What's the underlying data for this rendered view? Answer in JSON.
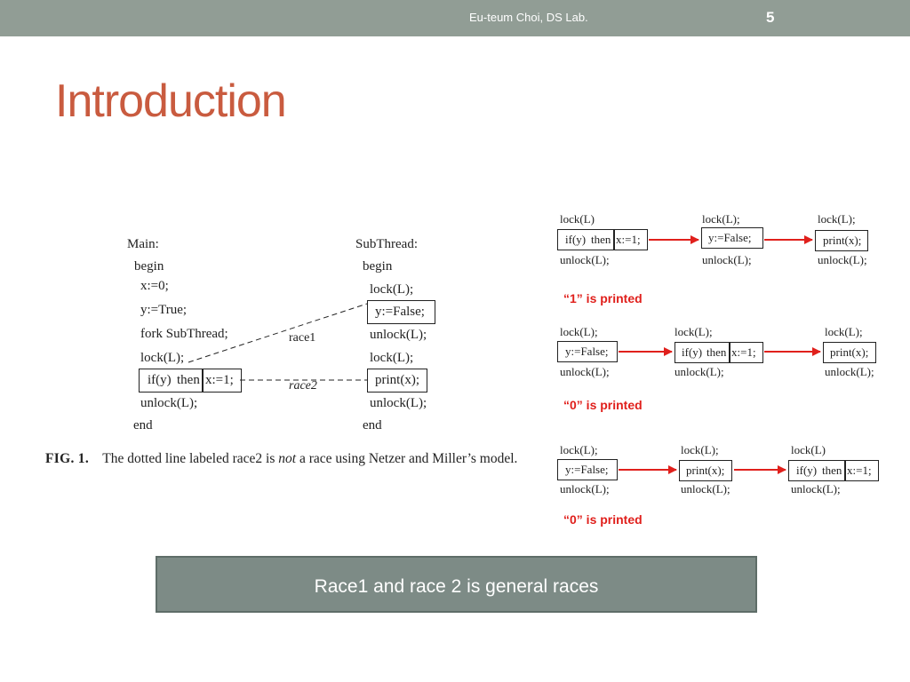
{
  "header": {
    "author": "Eu-teum Choi, DS Lab.",
    "page_number": "5"
  },
  "title": "Introduction",
  "figure": {
    "main": {
      "heading": "Main:",
      "lines": [
        "begin",
        "x:=0;",
        "y:=True;",
        "fork SubThread;",
        "lock(L);",
        "if(y)",
        "then",
        "x:=1;",
        "unlock(L);",
        "end"
      ]
    },
    "sub": {
      "heading": "SubThread:",
      "lines": [
        "begin",
        "lock(L);",
        "y:=False;",
        "unlock(L);",
        "lock(L);",
        "print(x);",
        "unlock(L);",
        "end"
      ]
    },
    "race1_label": "race1",
    "race2_label": "race2",
    "caption_label": "FIG. 1.",
    "caption_part1": "The dotted line labeled race2 is ",
    "caption_italic": "not",
    "caption_part2": " a race using Netzer and Miller’s model."
  },
  "scenarios": [
    {
      "blocks": [
        {
          "lock": "lock(L)",
          "parts": [
            "if(y)",
            "then",
            "x:=1;"
          ],
          "unlock": "unlock(L);"
        },
        {
          "lock": "lock(L);",
          "parts": [
            "y:=False;"
          ],
          "unlock": "unlock(L);"
        },
        {
          "lock": "lock(L);",
          "parts": [
            "print(x);"
          ],
          "unlock": "unlock(L);"
        }
      ],
      "result": "“1” is printed"
    },
    {
      "blocks": [
        {
          "lock": "lock(L);",
          "parts": [
            "y:=False;"
          ],
          "unlock": "unlock(L);"
        },
        {
          "lock": "lock(L);",
          "parts": [
            "if(y)",
            "then",
            "x:=1;"
          ],
          "unlock": "unlock(L);"
        },
        {
          "lock": "lock(L);",
          "parts": [
            "print(x);"
          ],
          "unlock": "unlock(L);"
        }
      ],
      "result": "“0” is printed"
    },
    {
      "blocks": [
        {
          "lock": "lock(L);",
          "parts": [
            "y:=False;"
          ],
          "unlock": "unlock(L);"
        },
        {
          "lock": "lock(L);",
          "parts": [
            "print(x);"
          ],
          "unlock": "unlock(L);"
        },
        {
          "lock": "lock(L)",
          "parts": [
            "if(y)",
            "then",
            "x:=1;"
          ],
          "unlock": "unlock(L);"
        }
      ],
      "result": "“0” is printed"
    }
  ],
  "conclusion": "Race1 and race 2 is general races",
  "colors": {
    "header_bar": "#919d95",
    "title": "#c95b3f",
    "arrow": "#e0201c",
    "result_text": "#e0201c",
    "conclusion_box": "#7d8b86"
  }
}
